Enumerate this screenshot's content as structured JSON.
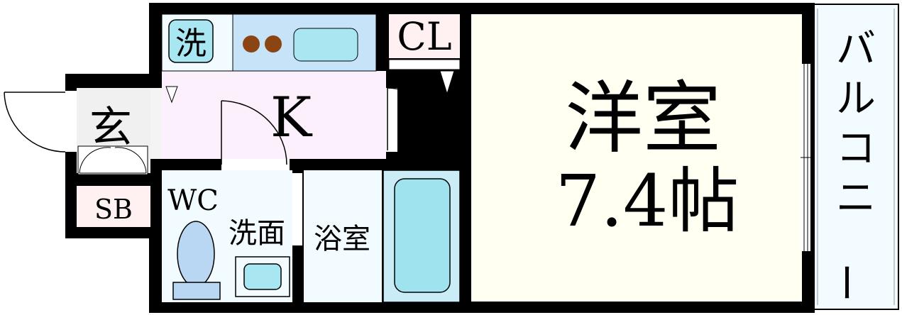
{
  "labels": {
    "washer": "洗",
    "closet": "CL",
    "kitchen": "K",
    "western_room_name": "洋室",
    "western_room_size": "7.4帖",
    "entrance": "玄",
    "shoe_box": "SB",
    "toilet": "WC",
    "washroom": "洗面",
    "bathroom": "浴室",
    "balcony_chars": [
      "バ",
      "ル",
      "コ",
      "ニ",
      "ー"
    ]
  },
  "colors": {
    "wall": "#000000",
    "western_room_floor": "#fffff2",
    "kitchen_floor": "#fbf0fb",
    "kitchen_counter": "#c6e3f8",
    "fixture": "#a8e6f2",
    "burner": "#8b4513",
    "wet_area_floor": "#f2fbff",
    "bathtub": "#9fe3ef",
    "closet_floor": "#fff1f1",
    "shoe_box_floor": "#fff1f1",
    "entrance_floor": "#f0f0f0",
    "balcony_floor": "#f2fbff",
    "toilet_fixture": "#b9d7f2"
  }
}
